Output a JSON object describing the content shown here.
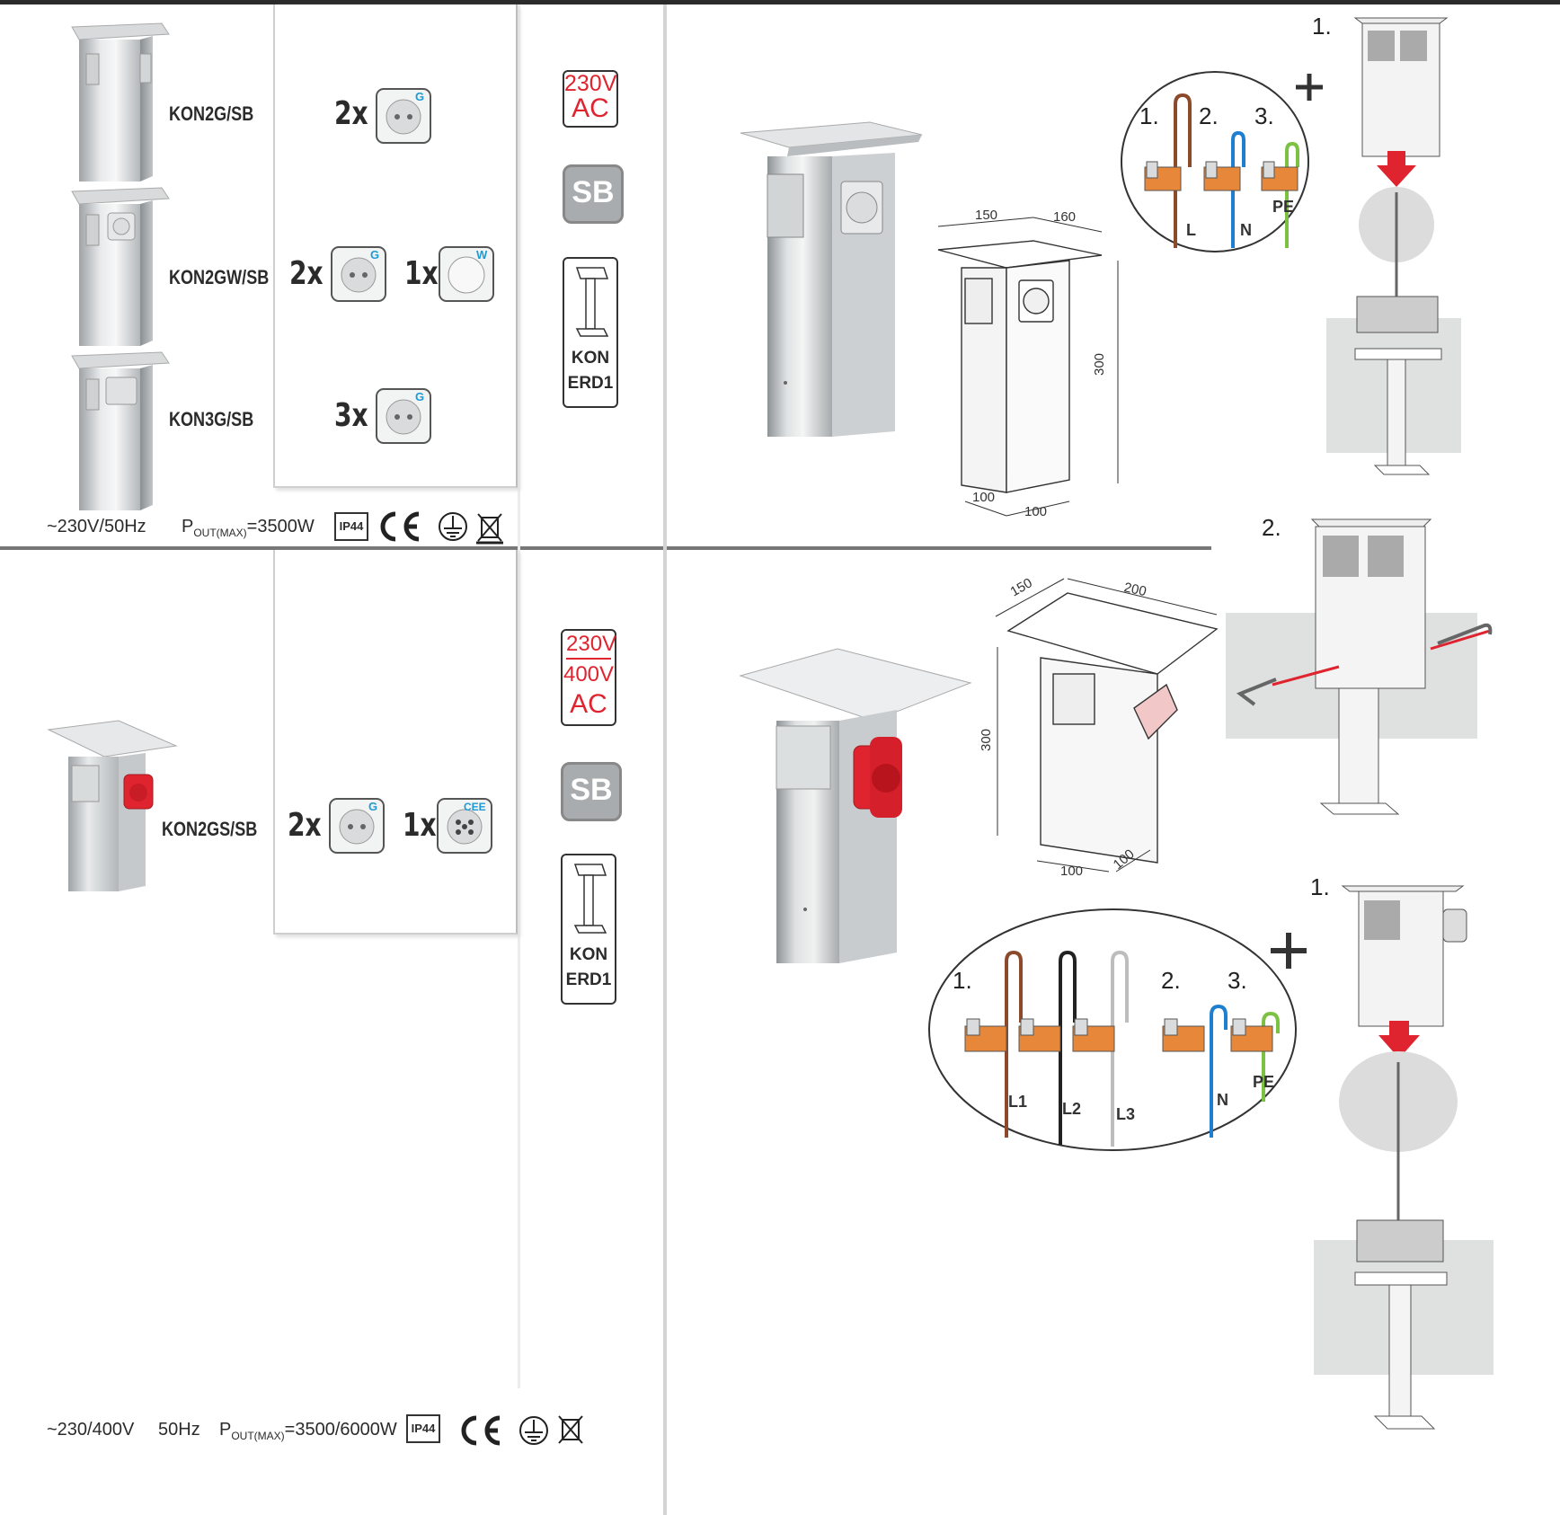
{
  "colors": {
    "accent_red": "#e0242f",
    "steel": "#c9ccce",
    "wire_brown": "#8b4a2b",
    "wire_blue": "#1e7fd0",
    "wire_green": "#7cc242",
    "wire_black": "#222222",
    "wire_grey": "#bdbdbd",
    "socket_g": "#1e9ad6"
  },
  "section1": {
    "products": [
      {
        "model": "KON2G/SB"
      },
      {
        "model": "KON2GW/SB"
      },
      {
        "model": "KON3G/SB"
      }
    ],
    "config": [
      {
        "qty1": "2x",
        "icon1_letter": "G"
      },
      {
        "qty1": "2x",
        "icon1_letter": "G",
        "qty2": "1x",
        "icon2_letter": "W"
      },
      {
        "qty1": "3x",
        "icon1_letter": "G"
      }
    ],
    "voltage_badge": [
      "230V",
      "AC"
    ],
    "sb_badge": "SB",
    "erd_badge": [
      "KON",
      "ERD1"
    ],
    "spec_voltage": "~230V/50Hz",
    "spec_power_prefix": "P",
    "spec_power_sub": "OUT(MAX)",
    "spec_power_value": "=3500W",
    "ip_badge": "IP44",
    "dimensions": {
      "top_w": "150",
      "top_d": "160",
      "height": "300",
      "base_w": "100",
      "base_d": "100"
    },
    "steps": [
      "1.",
      "2."
    ],
    "wire_steps": [
      "1.",
      "2.",
      "3."
    ],
    "wire_labels": [
      "L",
      "N",
      "PE"
    ]
  },
  "section2": {
    "product": {
      "model": "KON2GS/SB"
    },
    "config": {
      "qty1": "2x",
      "icon1_letter": "G",
      "qty2": "1x",
      "icon2_letter": "CEE"
    },
    "voltage_badge": [
      "230V",
      "400V",
      "AC"
    ],
    "sb_badge": "SB",
    "erd_badge": [
      "KON",
      "ERD1"
    ],
    "spec_voltage": "~230/400V",
    "spec_freq": "50Hz",
    "spec_power_prefix": "P",
    "spec_power_sub": "OUT(MAX)",
    "spec_power_value": "=3500/6000W",
    "ip_badge": "IP44",
    "dimensions": {
      "top_w": "150",
      "top_d": "200",
      "height": "300",
      "base_w": "100",
      "base_d": "100"
    },
    "steps": [
      "1."
    ],
    "wire_steps": [
      "1.",
      "2.",
      "3."
    ],
    "wire_labels": [
      "L1",
      "L2",
      "L3",
      "N",
      "PE"
    ]
  }
}
